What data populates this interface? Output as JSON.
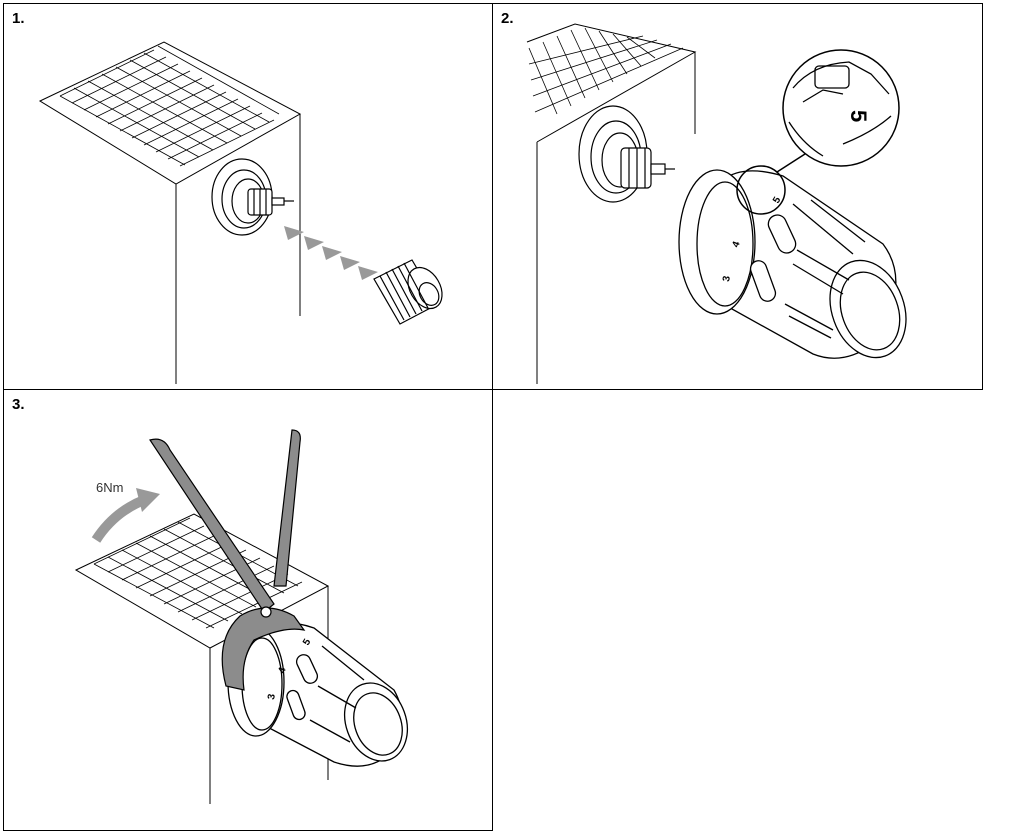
{
  "steps": [
    {
      "label": "1."
    },
    {
      "label": "2."
    },
    {
      "label": "3."
    }
  ],
  "step2": {
    "detail_scale_mark": "5",
    "ring_marks": [
      "4",
      "3",
      "5"
    ]
  },
  "step3": {
    "torque": "6Nm",
    "ring_marks": [
      "4",
      "3",
      "5"
    ]
  },
  "colors": {
    "line": "#000000",
    "arrow": "#999999",
    "wrench": "#8c8c8c"
  }
}
